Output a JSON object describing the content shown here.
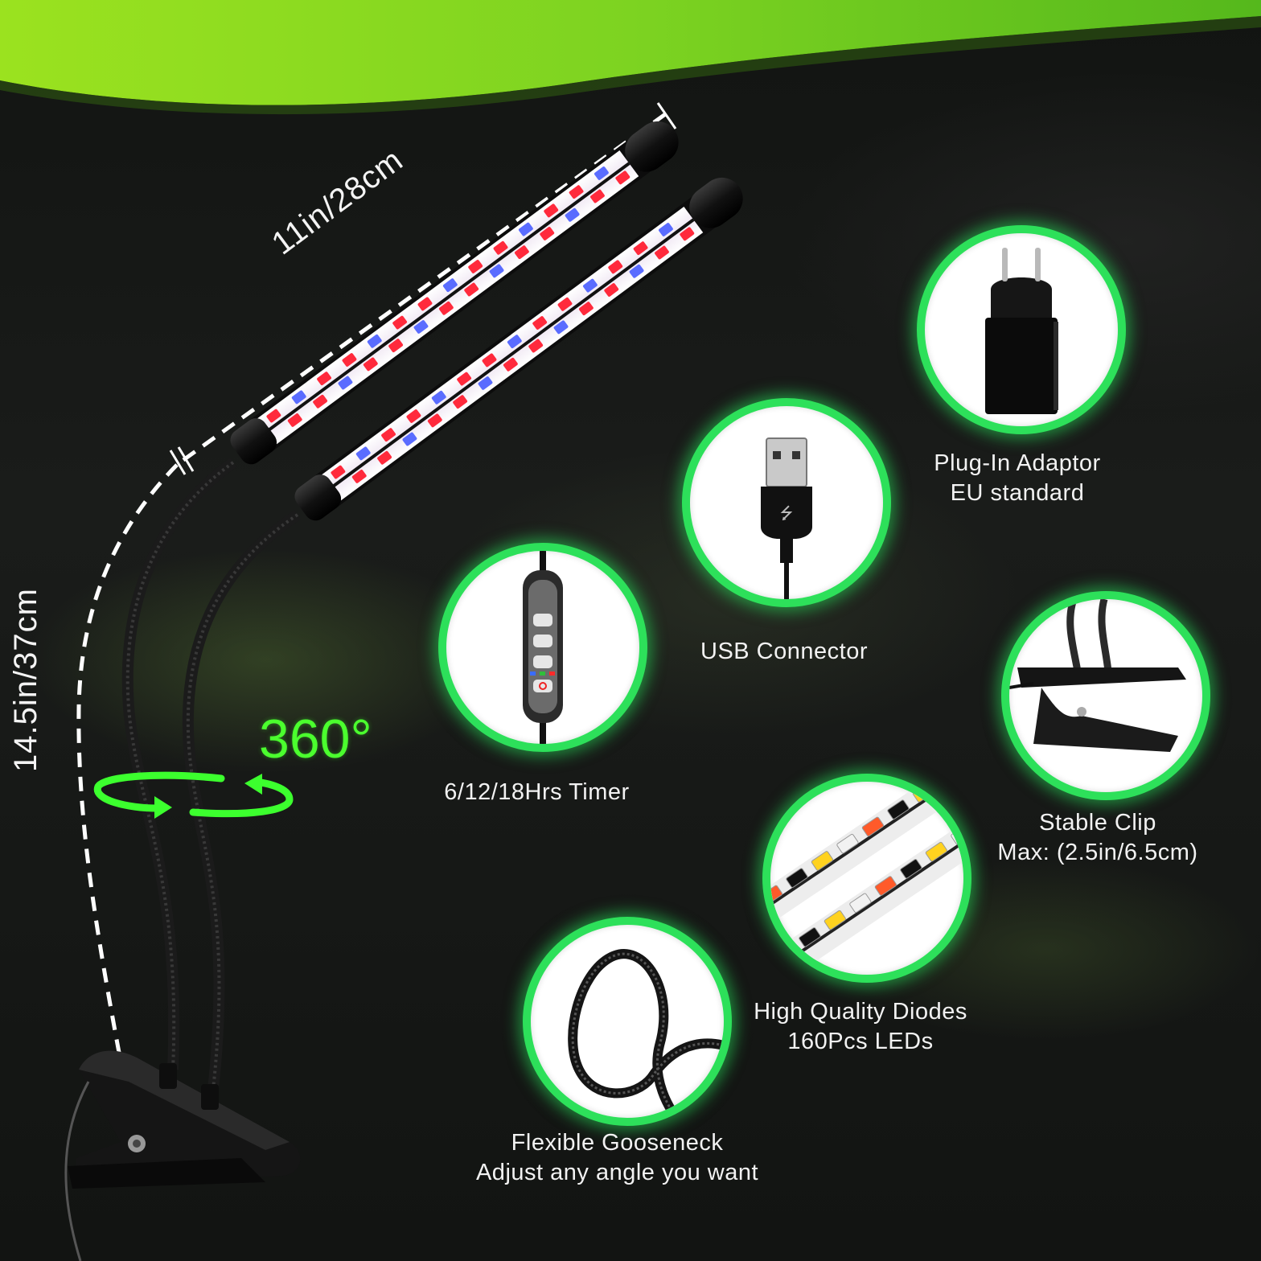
{
  "dimensions": {
    "length": "11in/28cm",
    "height": "14.5in/37cm",
    "rotation": "360°"
  },
  "features": [
    {
      "id": "adaptor",
      "icon": "eu-plug-adaptor-icon",
      "lines": [
        "Plug-In Adaptor",
        "EU standard"
      ]
    },
    {
      "id": "usb",
      "icon": "usb-connector-icon",
      "lines": [
        "USB Connector"
      ]
    },
    {
      "id": "timer",
      "icon": "timer-controller-icon",
      "lines": [
        "6/12/18Hrs Timer"
      ]
    },
    {
      "id": "clip",
      "icon": "desk-clip-icon",
      "lines": [
        "Stable Clip",
        "Max: (2.5in/6.5cm)"
      ]
    },
    {
      "id": "diodes",
      "icon": "led-strip-icon",
      "lines": [
        "High Quality Diodes",
        "160Pcs LEDs"
      ]
    },
    {
      "id": "gooseneck",
      "icon": "gooseneck-icon",
      "lines": [
        "Flexible Gooseneck",
        "Adjust any angle you want"
      ]
    }
  ],
  "colors": {
    "accent_green": "#2de05a",
    "rotation_green": "#4bff2e",
    "banner_green": "#7dd321",
    "led_red": "#ff2a3c",
    "led_blue": "#5a6cff"
  }
}
